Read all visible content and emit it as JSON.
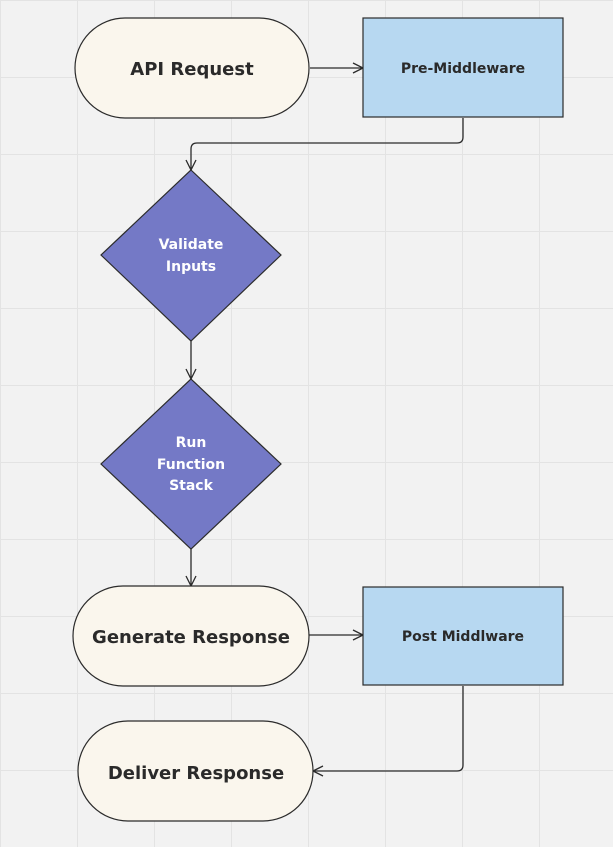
{
  "diagram": {
    "type": "flowchart",
    "nodes": {
      "api_request": {
        "label": "API Request",
        "shape": "terminal",
        "fill": "#faf6ed"
      },
      "pre_middleware": {
        "label": "Pre-Middleware",
        "shape": "process",
        "fill": "#b7d8f1"
      },
      "validate_inputs": {
        "label_lines": [
          "Validate",
          "Inputs"
        ],
        "shape": "decision",
        "fill": "#7479c6"
      },
      "run_function_stack": {
        "label_lines": [
          "Run",
          "Function",
          "Stack"
        ],
        "shape": "decision",
        "fill": "#7479c6"
      },
      "generate_response": {
        "label": "Generate Response",
        "shape": "terminal",
        "fill": "#faf6ed"
      },
      "post_middleware": {
        "label": "Post Middlware",
        "shape": "process",
        "fill": "#b7d8f1"
      },
      "deliver_response": {
        "label": "Deliver Response",
        "shape": "terminal",
        "fill": "#faf6ed"
      }
    },
    "edges": [
      {
        "from": "API Request",
        "to": "Pre-Middleware"
      },
      {
        "from": "Pre-Middleware",
        "to": "Validate Inputs"
      },
      {
        "from": "Validate Inputs",
        "to": "Run Function Stack"
      },
      {
        "from": "Run Function Stack",
        "to": "Generate Response"
      },
      {
        "from": "Generate Response",
        "to": "Post Middlware"
      },
      {
        "from": "Post Middlware",
        "to": "Deliver Response"
      }
    ]
  }
}
